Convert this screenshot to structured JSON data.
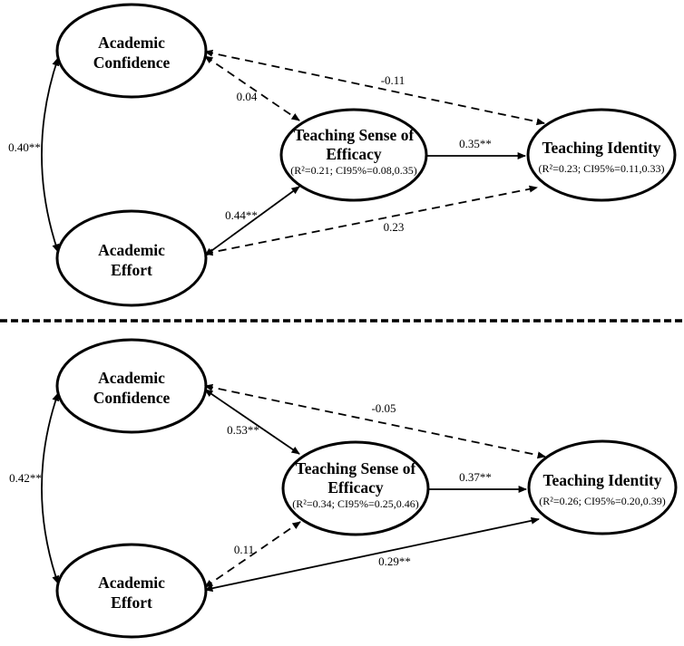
{
  "figure_title": "Two structural equation models of teaching identity",
  "colors": {
    "ink": "#000000",
    "background": "#ffffff"
  },
  "panels": [
    {
      "name": "top-model",
      "nodes": {
        "confidence": {
          "line1": "Academic",
          "line2": "Confidence"
        },
        "effort": {
          "line1": "Academic",
          "line2": "Effort"
        },
        "efficacy": {
          "line1": "Teaching Sense of",
          "line2": "Efficacy",
          "stats": "(R²=0.21; CI95%=0.08,0.35)"
        },
        "identity": {
          "label": "Teaching Identity",
          "stats": "(R²=0.23; CI95%=0.11,0.33)"
        }
      },
      "coefficients": {
        "confidence_effort_correlation": "0.40**",
        "confidence_to_efficacy": "0.04",
        "confidence_to_identity": "-0.11",
        "effort_to_efficacy": "0.44**",
        "effort_to_identity": "0.23",
        "efficacy_to_identity": "0.35**"
      }
    },
    {
      "name": "bottom-model",
      "nodes": {
        "confidence": {
          "line1": "Academic",
          "line2": "Confidence"
        },
        "effort": {
          "line1": "Academic",
          "line2": "Effort"
        },
        "efficacy": {
          "line1": "Teaching Sense of",
          "line2": "Efficacy",
          "stats": "(R²=0.34; CI95%=0.25,0.46)"
        },
        "identity": {
          "label": "Teaching Identity",
          "stats": "(R²=0.26; CI95%=0.20,0.39)"
        }
      },
      "coefficients": {
        "confidence_effort_correlation": "0.42**",
        "confidence_to_efficacy": "0.53**",
        "confidence_to_identity": "-0.05",
        "effort_to_efficacy": "0.11",
        "effort_to_identity": "0.29**",
        "efficacy_to_identity": "0.37**"
      }
    }
  ]
}
